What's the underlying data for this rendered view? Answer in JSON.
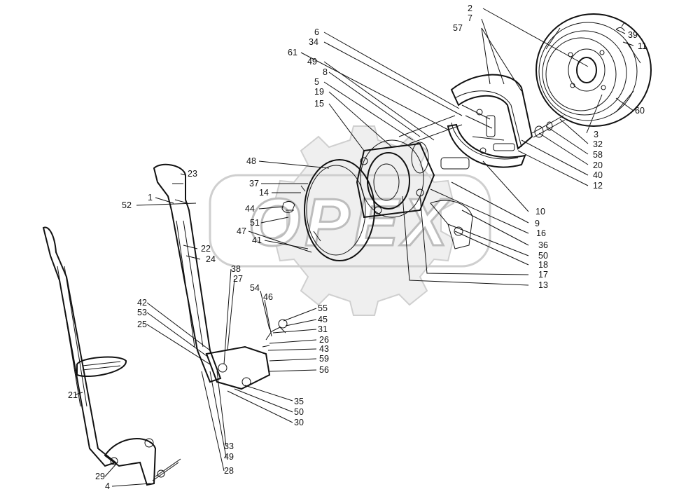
{
  "watermark": "OPEX",
  "labels": {
    "l2": "2",
    "l7": "7",
    "l57": "57",
    "l6": "6",
    "l34": "34",
    "l61": "61",
    "l49a": "49",
    "l8": "8",
    "l5": "5",
    "l19": "19",
    "l15": "15",
    "l39": "39",
    "l11": "11",
    "l60": "60",
    "l3": "3",
    "l32": "32",
    "l58": "58",
    "l20": "20",
    "l40": "40",
    "l12": "12",
    "l48": "48",
    "l37": "37",
    "l14": "14",
    "l44": "44",
    "l51": "51",
    "l47": "47",
    "l41": "41",
    "l10": "10",
    "l9": "9",
    "l16": "16",
    "l36": "36",
    "l50a": "50",
    "l18": "18",
    "l17": "17",
    "l13": "13",
    "l23": "23",
    "l1": "1",
    "l52": "52",
    "l22": "22",
    "l24": "24",
    "l38": "38",
    "l27": "27",
    "l54": "54",
    "l46": "46",
    "l55": "55",
    "l45": "45",
    "l31": "31",
    "l26": "26",
    "l43": "43",
    "l59": "59",
    "l56": "56",
    "l42": "42",
    "l53": "53",
    "l25": "25",
    "l35": "35",
    "l50b": "50",
    "l30": "30",
    "l21": "21",
    "l33": "33",
    "l49b": "49",
    "l28": "28",
    "l29": "29",
    "l4": "4"
  }
}
